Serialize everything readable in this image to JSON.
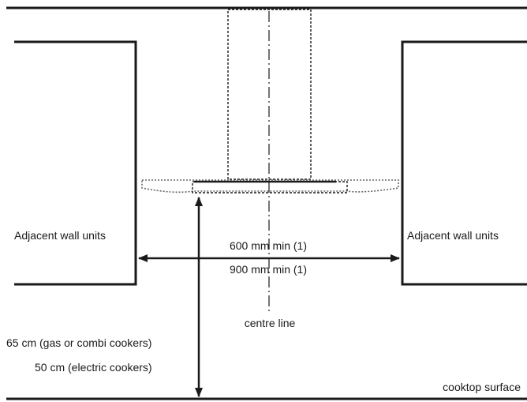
{
  "labels": {
    "left_units": "Adjacent wall units",
    "right_units": "Adjacent wall units",
    "width_min_1": "600 mm min (1)",
    "width_min_2": "900 mm min (1)",
    "centre_line": "centre line",
    "height_gas": "65 cm (gas or combi cookers)",
    "height_electric": "50 cm (electric cookers)",
    "surface": "cooktop surface"
  },
  "colors": {
    "line": "#1a1a1a",
    "dotted": "#555555"
  }
}
